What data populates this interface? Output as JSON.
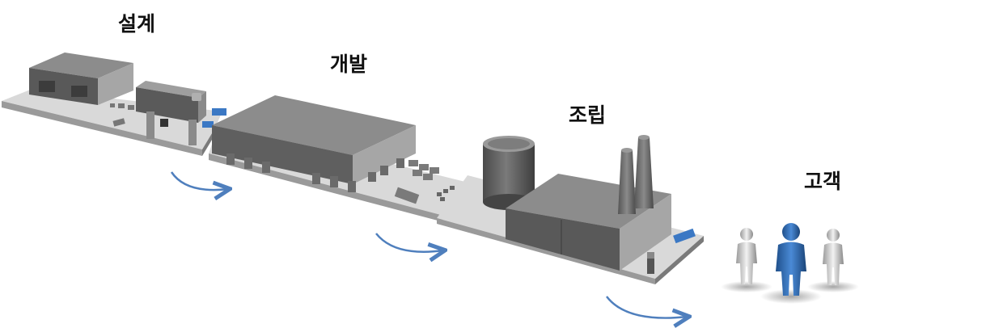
{
  "stages": [
    {
      "id": "design",
      "label": "설계"
    },
    {
      "id": "development",
      "label": "개발"
    },
    {
      "id": "assembly",
      "label": "조립"
    },
    {
      "id": "customer",
      "label": "고객"
    }
  ],
  "colors": {
    "platform_top": "#d9d9d9",
    "platform_side": "#9a9a9a",
    "building_top": "#8c8c8c",
    "building_front": "#595959",
    "building_side": "#a6a6a6",
    "accent_blue": "#3b78c4",
    "arrow": "#4f7fbd",
    "person_gray": "#e0e0e0",
    "person_blue": "#2f6db5"
  }
}
